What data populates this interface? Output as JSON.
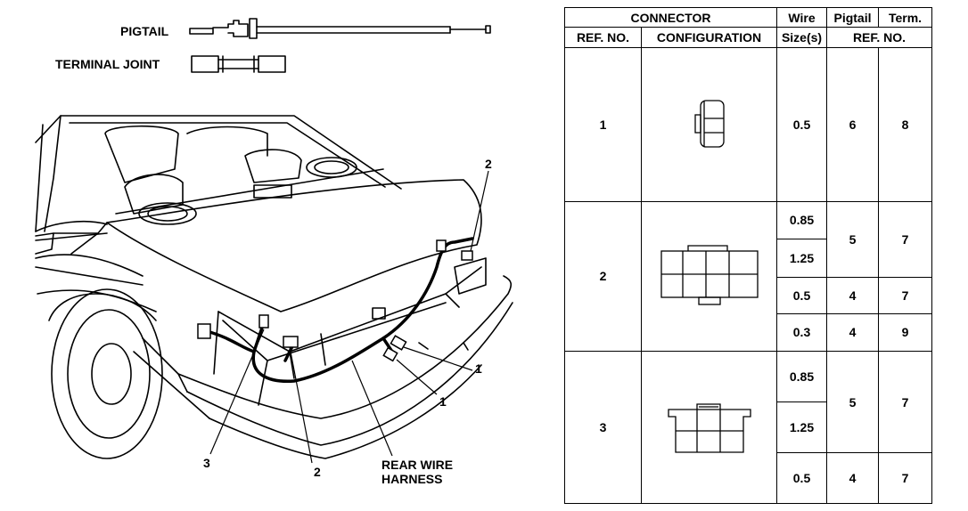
{
  "legend": {
    "pigtail": "PIGTAIL",
    "terminal_joint": "TERMINAL JOINT"
  },
  "callouts": {
    "c2_top": "2",
    "c1_a": "1",
    "c1_b": "1",
    "c3": "3",
    "c2_bottom": "2",
    "harness_line1": "REAR WIRE",
    "harness_line2": "HARNESS"
  },
  "table": {
    "headers": {
      "connector": "CONNECTOR",
      "wire": "Wire",
      "pigtail": "Pigtail",
      "term": "Term.",
      "ref_no": "REF. NO.",
      "configuration": "CONFIGURATION",
      "size": "Size(s)",
      "ref_no2": "REF. NO."
    },
    "rows": [
      {
        "ref": "1",
        "subs": [
          {
            "size": "0.5",
            "pigtail": "6",
            "term": "8"
          }
        ]
      },
      {
        "ref": "2",
        "size_a": "0.85",
        "size_b": "1.25",
        "pigtail_ab": "5",
        "term_ab": "7",
        "subs": [
          {
            "size": "0.5",
            "pigtail": "4",
            "term": "7"
          },
          {
            "size": "0.3",
            "pigtail": "4",
            "term": "9"
          }
        ]
      },
      {
        "ref": "3",
        "size_a": "0.85",
        "size_b": "1.25",
        "pigtail_ab": "5",
        "term_ab": "7",
        "subs": [
          {
            "size": "0.5",
            "pigtail": "4",
            "term": "7"
          }
        ]
      }
    ]
  }
}
